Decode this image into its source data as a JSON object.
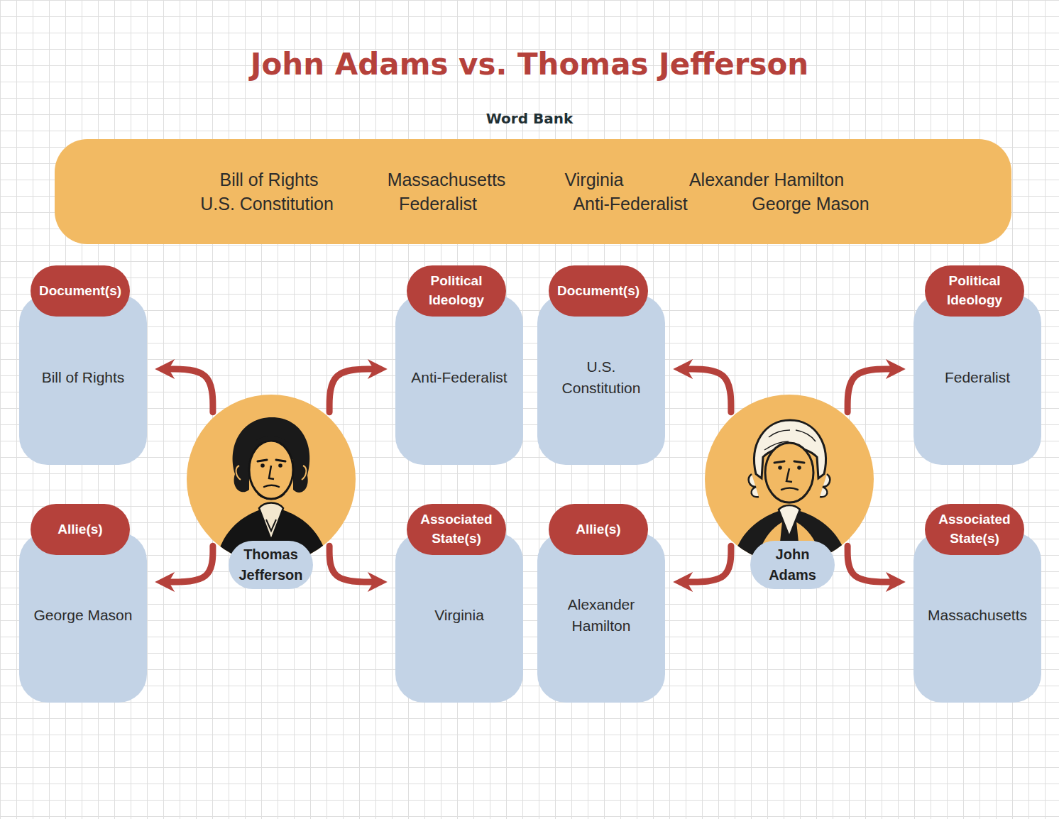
{
  "diagram": {
    "title": "John Adams vs. Thomas Jefferson",
    "nodes": [
      {
        "text": [
          "Word Bank",
          "Bill of Rights",
          "Massachusetts",
          "Virginia",
          "Alexander Hamilton",
          "U.S. Constitution",
          "Federalist",
          "Anti-Federalist",
          "George Mason"
        ]
      },
      {
        "text": [
          "Document(s)",
          "Bill of Rights"
        ]
      },
      {
        "text": [
          "Political Ideology",
          "Anti-Federalist"
        ]
      },
      {
        "text": [
          "Document(s)",
          "U.S. Constitution"
        ]
      },
      {
        "text": [
          "Political Ideology",
          "Federalist"
        ]
      },
      {
        "text": [
          "Thomas Jefferson"
        ]
      },
      {
        "text": [
          "John Adams"
        ]
      },
      {
        "text": [
          "Allie(s)",
          "George Mason"
        ]
      },
      {
        "text": [
          "Associated State(s)",
          "Virginia"
        ]
      },
      {
        "text": [
          "Allie(s)",
          "Alexander Hamilton"
        ]
      },
      {
        "text": [
          "Associated State(s)",
          "Massachusetts"
        ]
      }
    ],
    "edges": [
      {
        "from": 5,
        "to": 1,
        "arrow": "to"
      },
      {
        "from": 5,
        "to": 2,
        "arrow": "to"
      },
      {
        "from": 5,
        "to": 7,
        "arrow": "to"
      },
      {
        "from": 5,
        "to": 8,
        "arrow": "to"
      },
      {
        "from": 6,
        "to": 3,
        "arrow": "to"
      },
      {
        "from": 6,
        "to": 4,
        "arrow": "to"
      },
      {
        "from": 6,
        "to": 9,
        "arrow": "to"
      },
      {
        "from": 6,
        "to": 10,
        "arrow": "to"
      }
    ]
  }
}
